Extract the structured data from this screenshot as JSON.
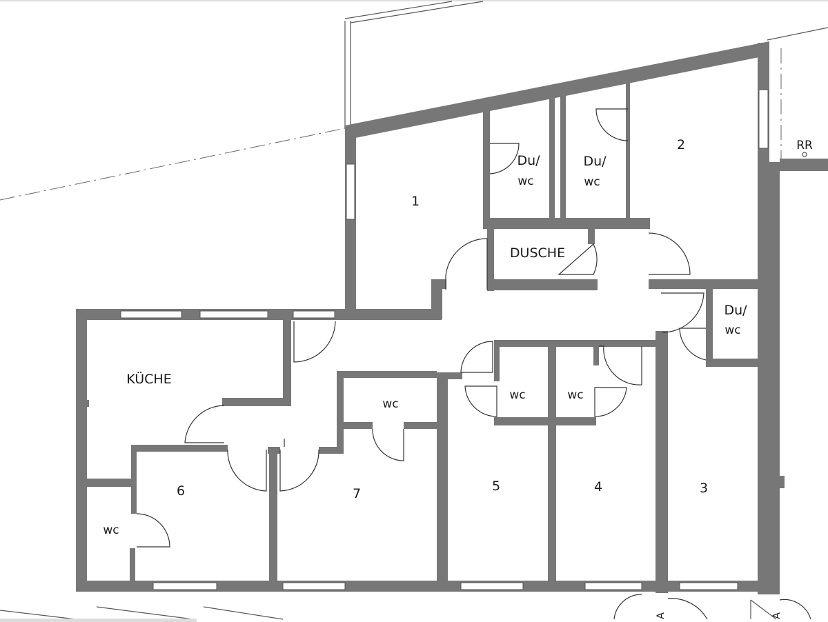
{
  "rooms": {
    "r1": "1",
    "r2": "2",
    "r3": "3",
    "r4": "4",
    "r5": "5",
    "r6": "6",
    "r7": "7",
    "kueche": "KÜCHE",
    "dusche": "DUSCHE",
    "duwc_a_line1": "Du/",
    "duwc_a_line2": "wc",
    "duwc_b_line1": "Du/",
    "duwc_b_line2": "wc",
    "duwc_c_line1": "Du/",
    "duwc_c_line2": "wc",
    "wc_middle": "wc",
    "wc_left_pair": "wc",
    "wc_right_pair": "wc",
    "wc_bottom_left": "wc"
  },
  "annotations": {
    "rr": "RR",
    "section_marker_left": "A",
    "section_marker_right": "A"
  },
  "colors": {
    "wall": "#777777",
    "background": "#ffffff"
  }
}
